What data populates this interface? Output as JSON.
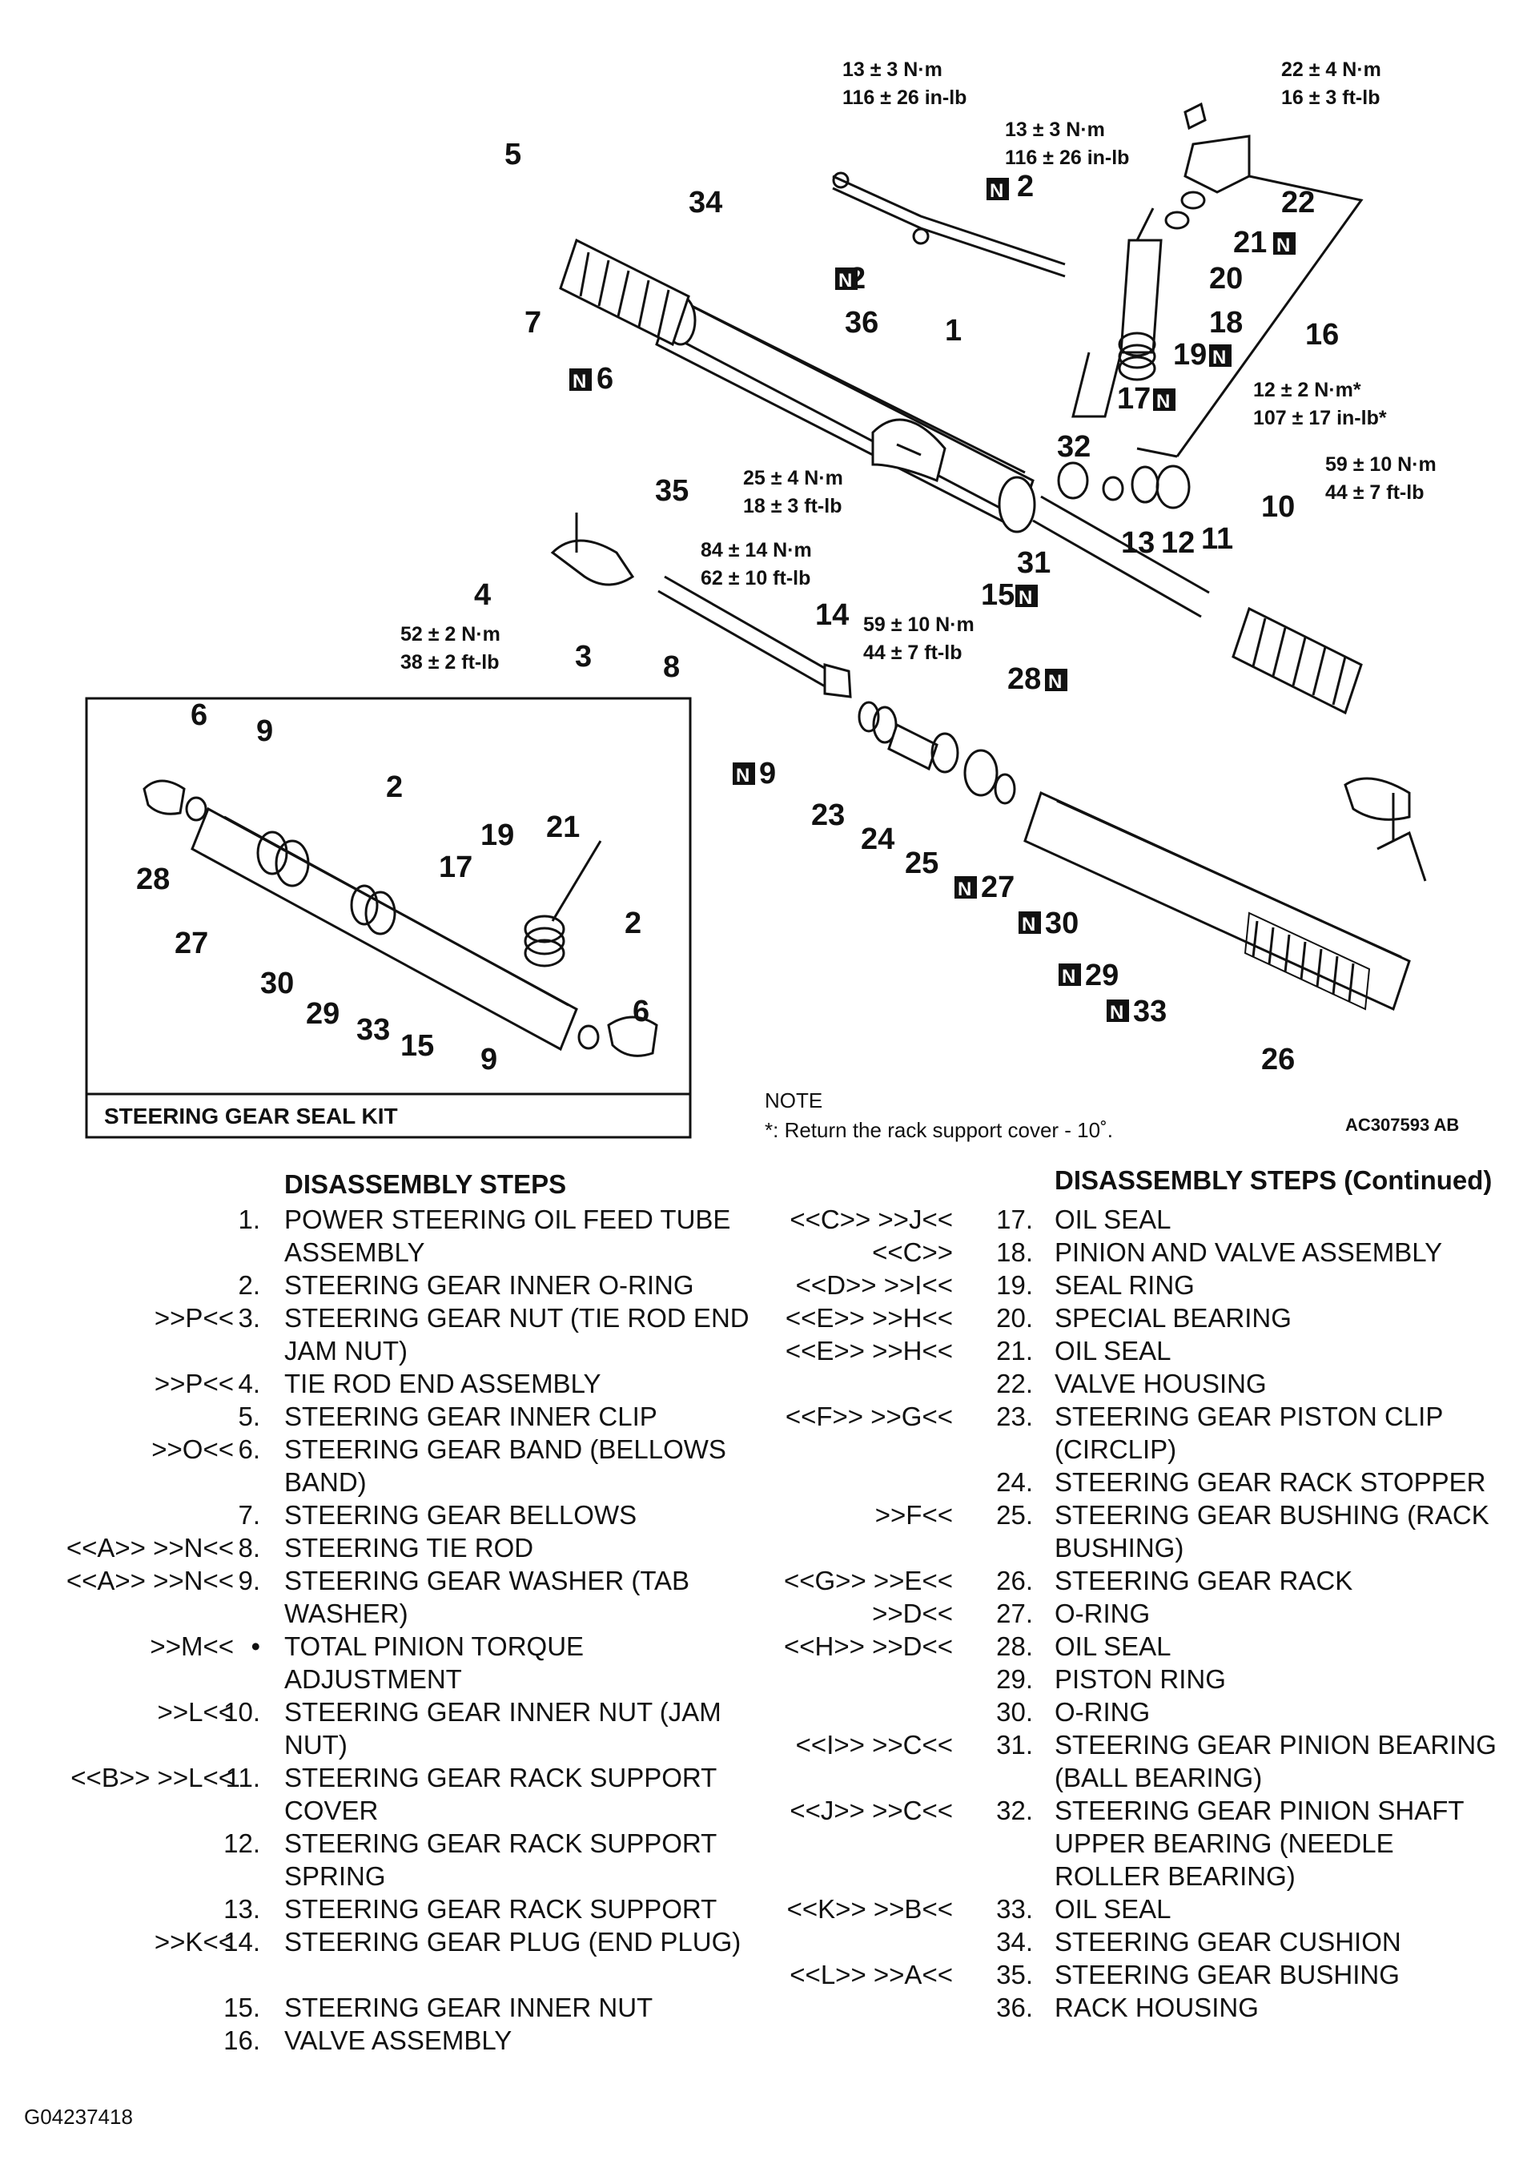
{
  "diagram": {
    "callouts": [
      "1",
      "2",
      "3",
      "4",
      "5",
      "6",
      "7",
      "8",
      "9",
      "10",
      "11",
      "12",
      "13",
      "14",
      "15",
      "16",
      "17",
      "18",
      "19",
      "20",
      "21",
      "22",
      "23",
      "24",
      "25",
      "26",
      "27",
      "28",
      "29",
      "30",
      "31",
      "32",
      "33",
      "34",
      "35",
      "36"
    ],
    "n_marker": "N",
    "torques": {
      "t_tube_1": [
        "13 ± 3 N·m",
        "116 ± 26 in-lb"
      ],
      "t_tube_2": [
        "13 ± 3 N·m",
        "116 ± 26 in-lb"
      ],
      "t_valve": [
        "22 ± 4 N·m",
        "16 ± 3 ft-lb"
      ],
      "t_support": [
        "12 ± 2 N·m*",
        "107 ± 17 in-lb*"
      ],
      "t_jam": [
        "59 ± 10 N·m",
        "44 ± 7 ft-lb"
      ],
      "t_inner_nut": [
        "25 ± 4 N·m",
        "18 ± 3 ft-lb"
      ],
      "t_tie_rod": [
        "84 ± 14 N·m",
        "62 ± 10 ft-lb"
      ],
      "t_plug": [
        "59 ± 10 N·m",
        "44 ± 7 ft-lb"
      ],
      "t_tie_nut": [
        "52 ± 2 N·m",
        "38 ± 2 ft-lb"
      ]
    },
    "seal_kit_label": "STEERING GEAR SEAL KIT",
    "note_title": "NOTE",
    "note_text": "*: Return the rack support cover - 10˚.",
    "figure_id": "AC307593 AB"
  },
  "steps_left": {
    "heading": "DISASSEMBLY STEPS",
    "rows": [
      {
        "ref": "",
        "num": "1.",
        "desc": "POWER STEERING OIL FEED TUBE ASSEMBLY"
      },
      {
        "ref": "",
        "num": "2.",
        "desc": "STEERING GEAR INNER O-RING"
      },
      {
        "ref": ">>P<<",
        "num": "3.",
        "desc": "STEERING GEAR NUT (TIE ROD END JAM NUT)"
      },
      {
        "ref": ">>P<<",
        "num": "4.",
        "desc": "TIE ROD END ASSEMBLY"
      },
      {
        "ref": "",
        "num": "5.",
        "desc": "STEERING GEAR INNER CLIP"
      },
      {
        "ref": ">>O<<",
        "num": "6.",
        "desc": "STEERING GEAR BAND (BELLOWS BAND)"
      },
      {
        "ref": "",
        "num": "7.",
        "desc": "STEERING GEAR BELLOWS"
      },
      {
        "ref": "<<A>> >>N<<",
        "num": "8.",
        "desc": "STEERING TIE ROD"
      },
      {
        "ref": "<<A>> >>N<<",
        "num": "9.",
        "desc": "STEERING GEAR WASHER (TAB WASHER)"
      },
      {
        "ref": ">>M<<",
        "num": "•",
        "desc": "TOTAL PINION TORQUE ADJUSTMENT"
      },
      {
        "ref": ">>L<<",
        "num": "10.",
        "desc": "STEERING GEAR INNER NUT (JAM NUT)"
      },
      {
        "ref": "<<B>> >>L<<",
        "num": "11.",
        "desc": "STEERING GEAR RACK SUPPORT COVER"
      },
      {
        "ref": "",
        "num": "12.",
        "desc": "STEERING GEAR RACK SUPPORT SPRING"
      },
      {
        "ref": "",
        "num": "13.",
        "desc": "STEERING GEAR RACK SUPPORT"
      },
      {
        "ref": ">>K<<",
        "num": "14.",
        "desc": "STEERING GEAR PLUG (END PLUG)"
      },
      {
        "ref": "",
        "num": "15.",
        "desc": "STEERING GEAR INNER NUT"
      },
      {
        "ref": "",
        "num": "16.",
        "desc": "VALVE ASSEMBLY"
      }
    ]
  },
  "steps_right": {
    "heading": "DISASSEMBLY STEPS (Continued)",
    "rows": [
      {
        "ref": "<<C>> >>J<<",
        "num": "17.",
        "desc": "OIL SEAL"
      },
      {
        "ref": "<<C>>",
        "num": "18.",
        "desc": "PINION AND VALVE ASSEMBLY"
      },
      {
        "ref": "<<D>> >>I<<",
        "num": "19.",
        "desc": "SEAL RING"
      },
      {
        "ref": "<<E>> >>H<<",
        "num": "20.",
        "desc": "SPECIAL BEARING"
      },
      {
        "ref": "<<E>> >>H<<",
        "num": "21.",
        "desc": "OIL SEAL"
      },
      {
        "ref": "",
        "num": "22.",
        "desc": "VALVE HOUSING"
      },
      {
        "ref": "<<F>> >>G<<",
        "num": "23.",
        "desc": "STEERING GEAR PISTON CLIP (CIRCLIP)"
      },
      {
        "ref": "",
        "num": "24.",
        "desc": "STEERING GEAR RACK STOPPER"
      },
      {
        "ref": ">>F<<",
        "num": "25.",
        "desc": "STEERING GEAR BUSHING (RACK BUSHING)"
      },
      {
        "ref": "<<G>> >>E<<",
        "num": "26.",
        "desc": "STEERING GEAR RACK"
      },
      {
        "ref": ">>D<<",
        "num": "27.",
        "desc": "O-RING"
      },
      {
        "ref": "<<H>> >>D<<",
        "num": "28.",
        "desc": "OIL SEAL"
      },
      {
        "ref": "",
        "num": "29.",
        "desc": "PISTON RING"
      },
      {
        "ref": "",
        "num": "30.",
        "desc": "O-RING"
      },
      {
        "ref": "<<I>> >>C<<",
        "num": "31.",
        "desc": "STEERING GEAR PINION BEARING (BALL BEARING)"
      },
      {
        "ref": "<<J>> >>C<<",
        "num": "32.",
        "desc": "STEERING GEAR PINION SHAFT UPPER BEARING (NEEDLE ROLLER BEARING)"
      },
      {
        "ref": "<<K>> >>B<<",
        "num": "33.",
        "desc": "OIL SEAL"
      },
      {
        "ref": "",
        "num": "34.",
        "desc": "STEERING GEAR CUSHION"
      },
      {
        "ref": "<<L>> >>A<<",
        "num": "35.",
        "desc": "STEERING GEAR BUSHING"
      },
      {
        "ref": "",
        "num": "36.",
        "desc": "RACK HOUSING"
      }
    ]
  },
  "footer": {
    "graphic_id": "G04237418"
  }
}
